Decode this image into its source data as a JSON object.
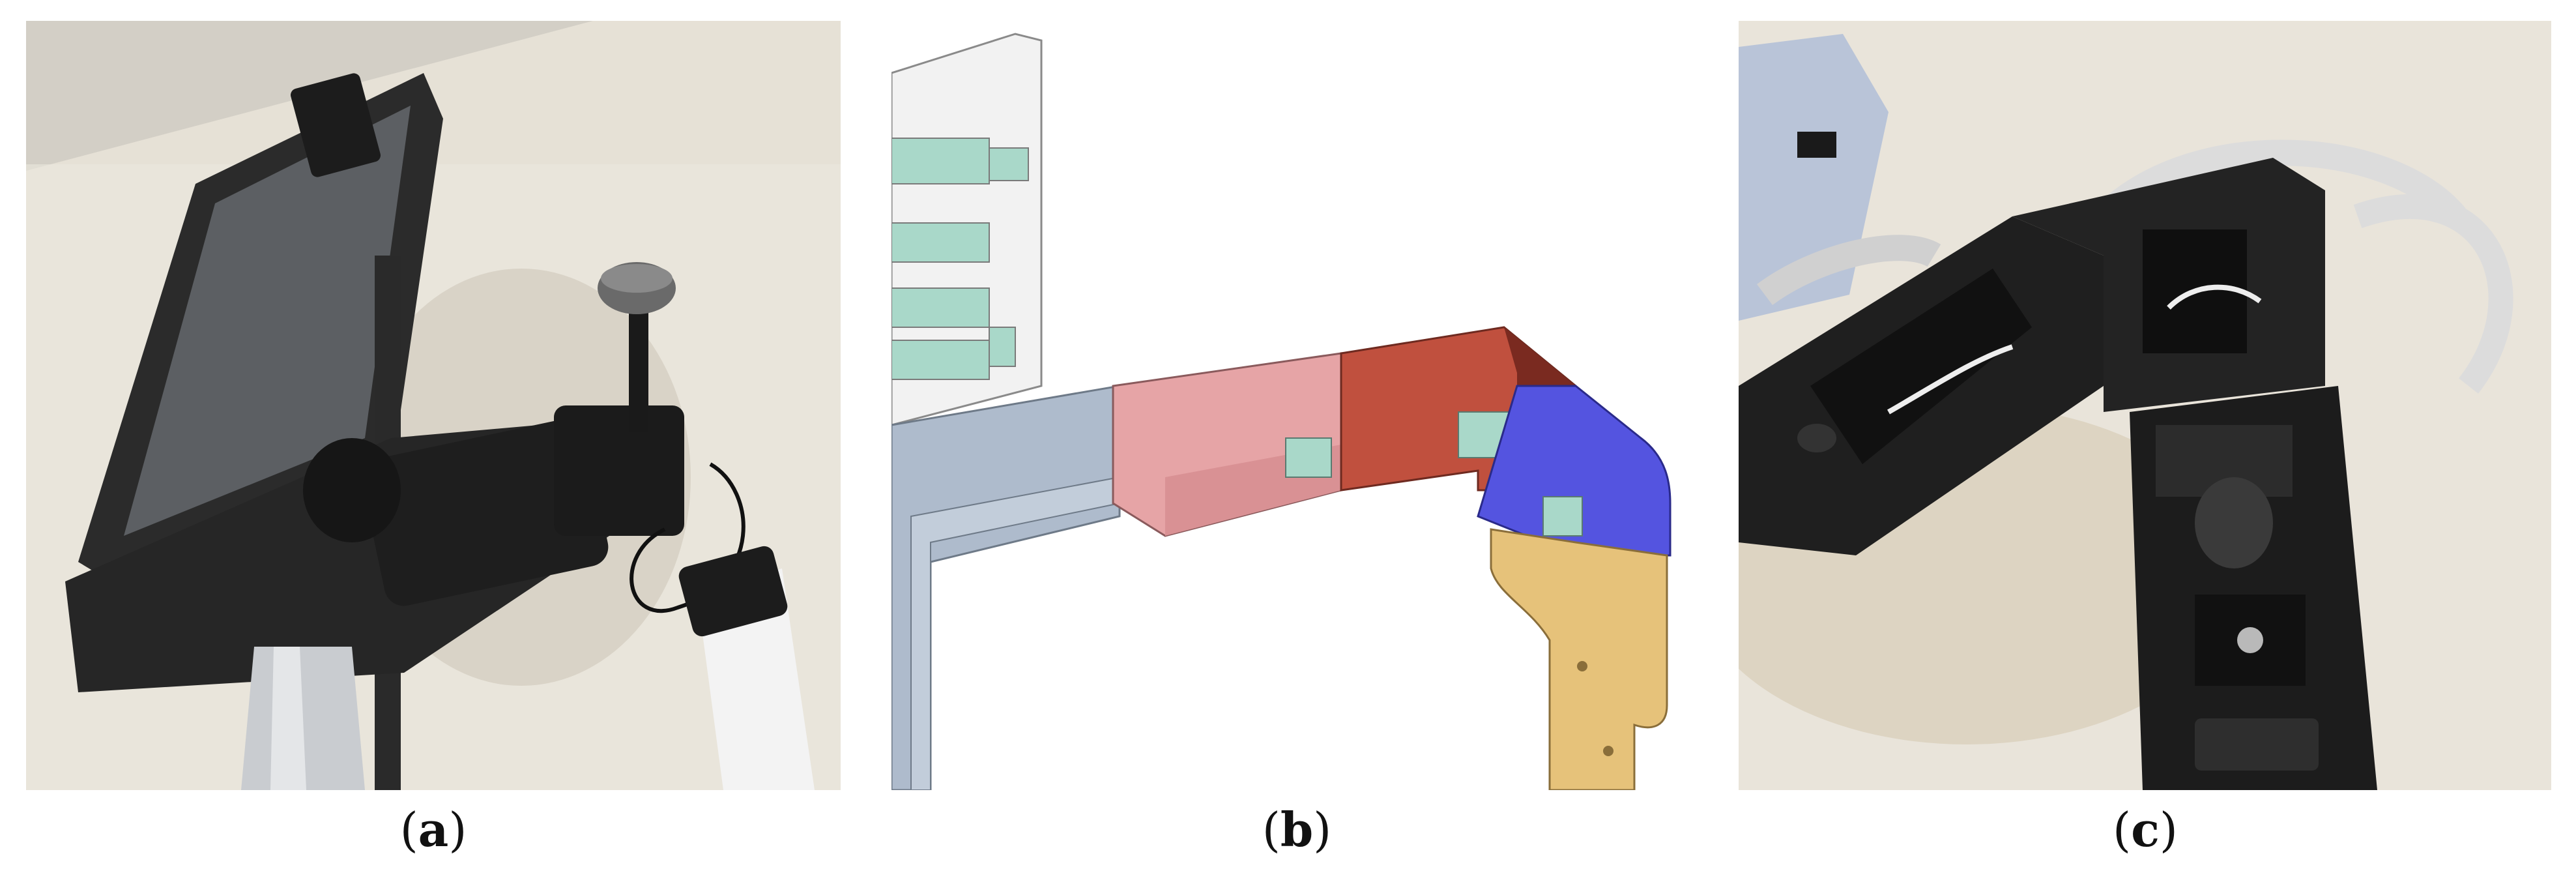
{
  "figure": {
    "panels": [
      {
        "id": "a",
        "label": "a",
        "description_icon": "photo-mounted-tablet-on-pole-arm"
      },
      {
        "id": "b",
        "label": "b",
        "description_icon": "cad-render-angled-arm-bracket"
      },
      {
        "id": "c",
        "label": "c",
        "description_icon": "photo-3d-printed-hinge-with-ribbon-cables"
      }
    ],
    "colors": {
      "wall": "#e6e1d6",
      "ceiling": "#d6d2c8",
      "black_plastic": "#1e1e1e",
      "aluminum": "#c9ccd0",
      "cad_red": "#c0503e",
      "cad_pink": "#e6a4a6",
      "cad_blue": "#5454e0",
      "cad_gold": "#e6c27a",
      "cad_steel": "#aebbcc",
      "cad_mint": "#a9d8c9"
    }
  }
}
